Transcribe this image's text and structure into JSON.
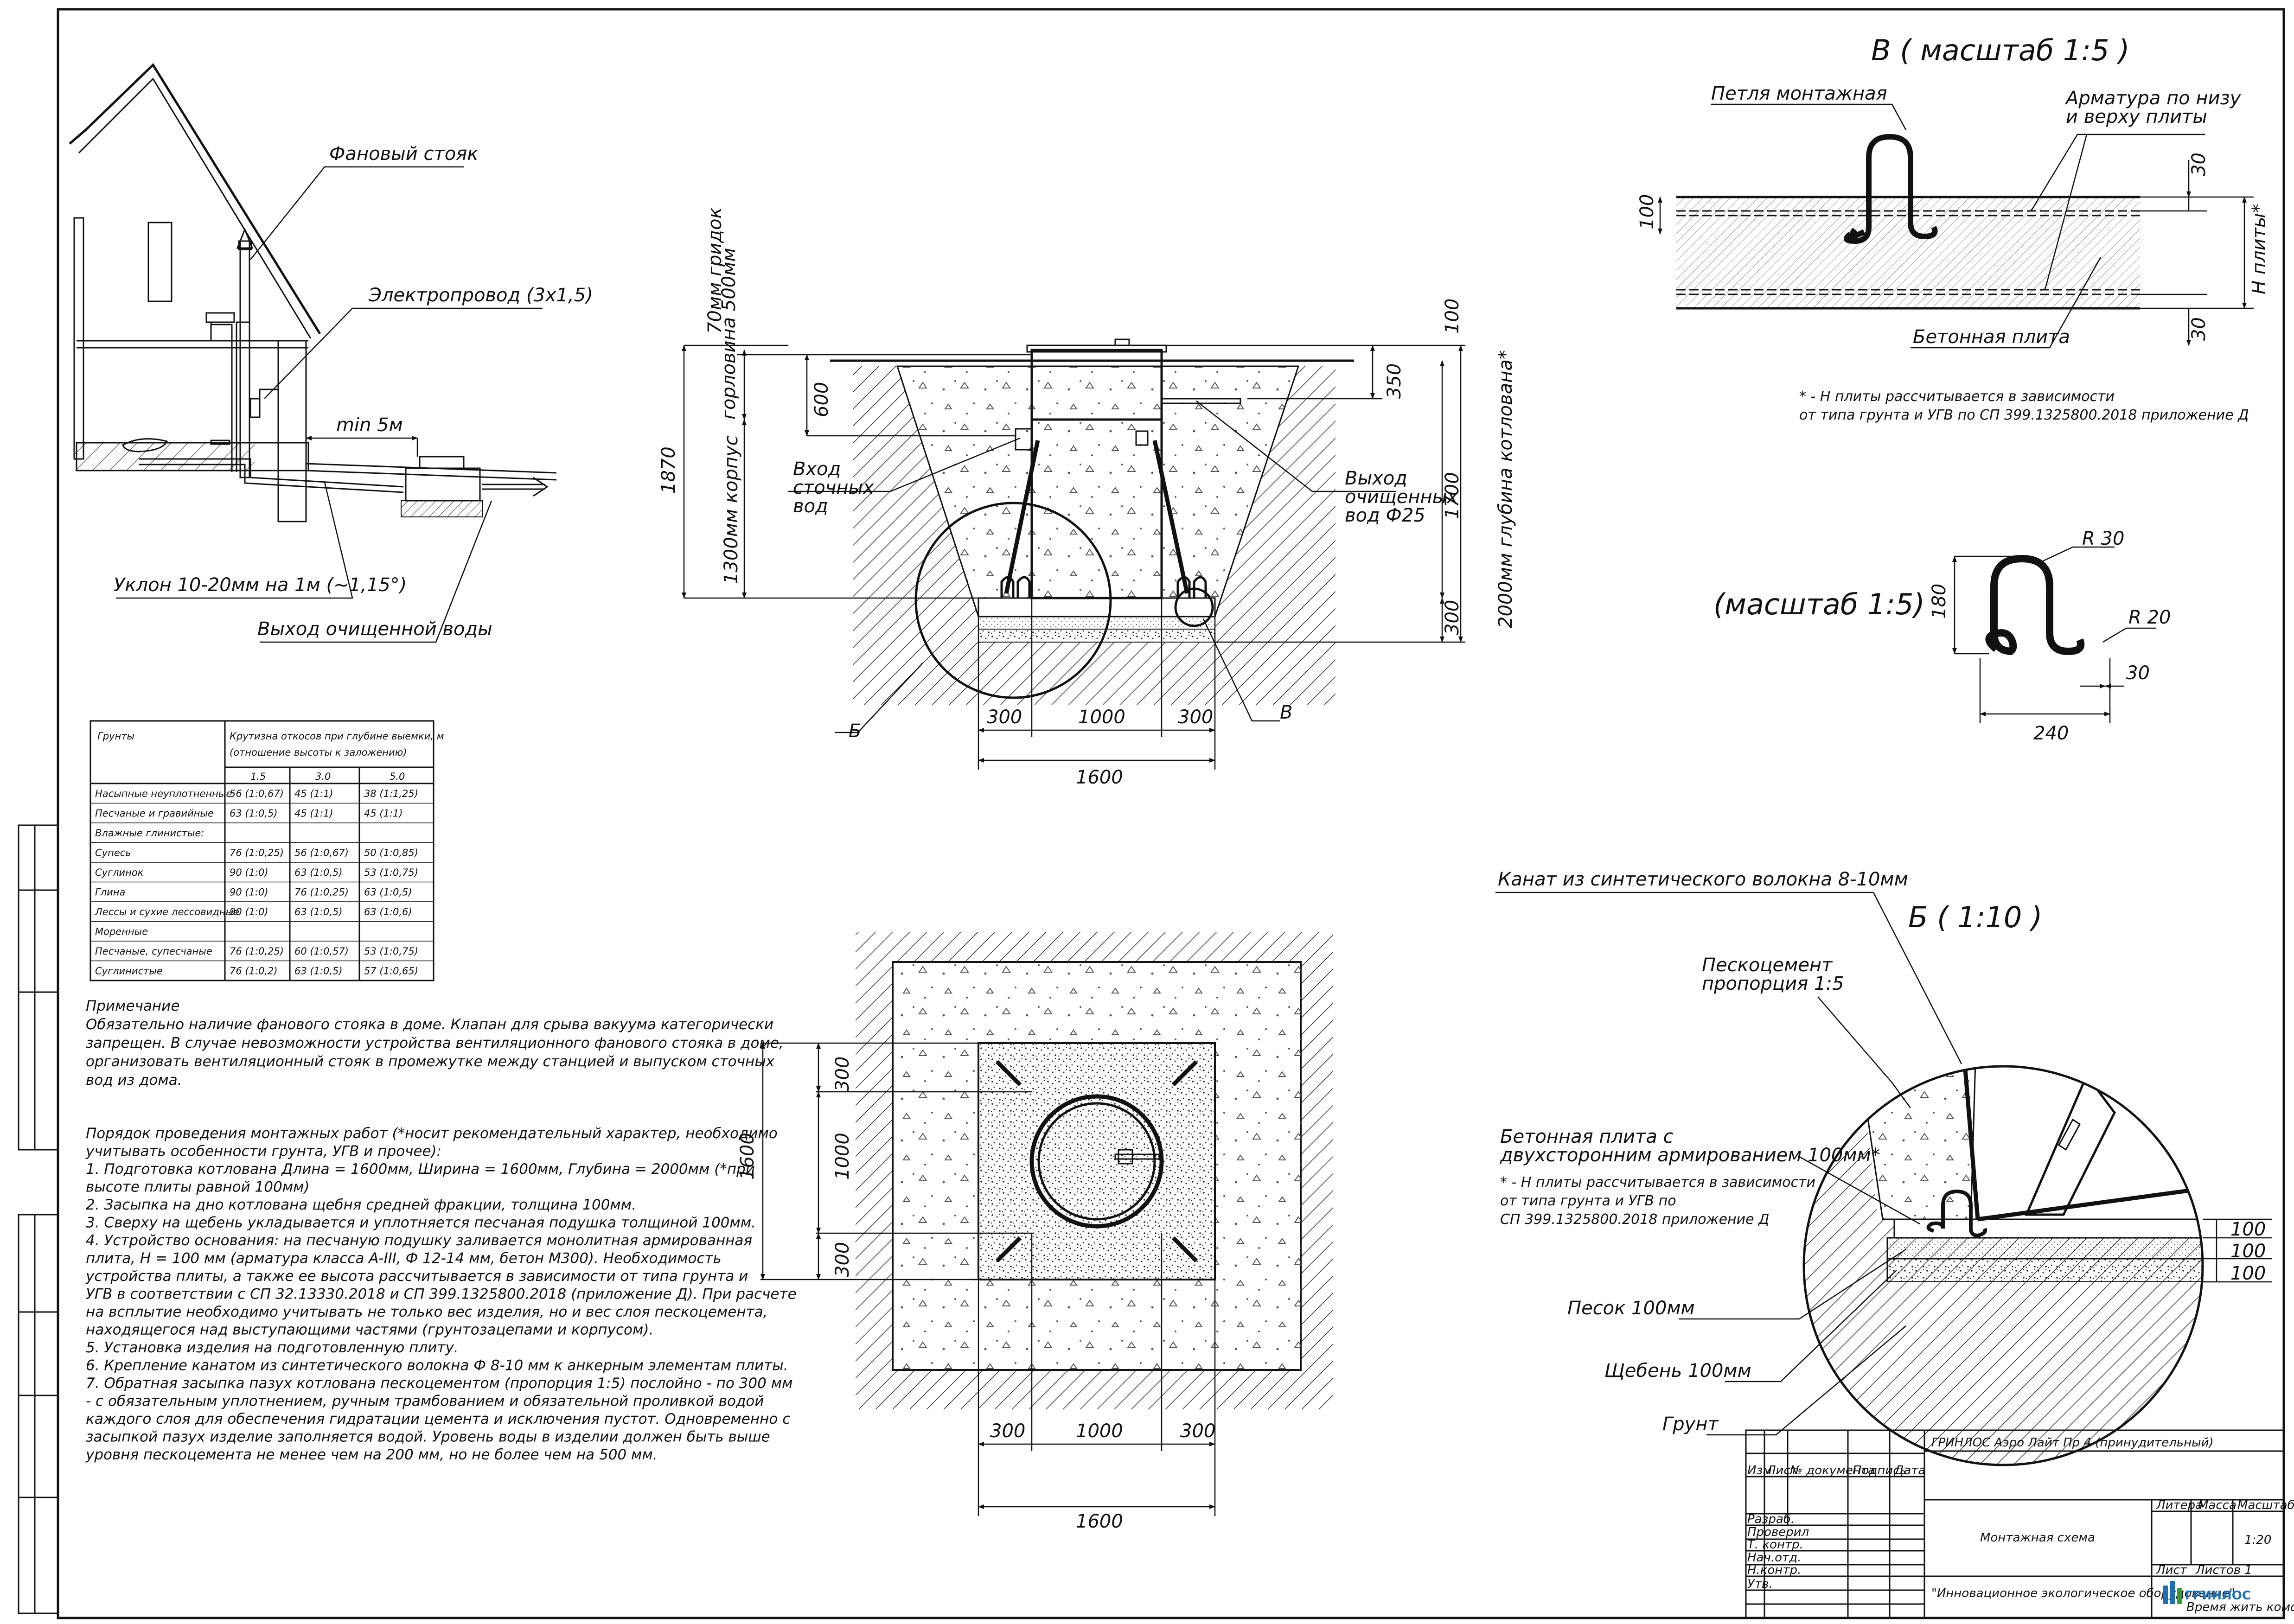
{
  "house": {
    "vent_riser": "Фановый стояк",
    "cable": "Электропровод (3х1,5)",
    "min_distance": "min 5м",
    "slope": "Уклон 10-20мм на 1м (~1,15°)",
    "outlet": "Выход очищенной воды"
  },
  "section": {
    "lid": "70мм гридок",
    "neck": "горловина 500мм",
    "body": "1300мм корпус",
    "depth": "2000мм глубина котлована*",
    "inlet": [
      "Вход",
      "сточных",
      "вод"
    ],
    "outlet": [
      "Выход",
      "очищенных",
      "вод Ф25"
    ],
    "dims": {
      "d1870": "1870",
      "d600": "600",
      "d100": "100",
      "d350": "350",
      "d1700": "1700",
      "d300": "300",
      "w300a": "300",
      "w1000": "1000",
      "w300b": "300",
      "w1600": "1600"
    },
    "callout_b": "Б",
    "callout_v": "В"
  },
  "plan": {
    "dims": {
      "h300a": "300",
      "h1000": "1000",
      "h300b": "300",
      "h1600": "1600",
      "w300a": "300",
      "w1000": "1000",
      "w300b": "300",
      "w1600": "1600"
    }
  },
  "detail_v": {
    "title": "В ( масштаб 1:5 )",
    "loop": "Петля монтажная",
    "rebar": [
      "Арматура по низу",
      "и верху плиты"
    ],
    "slab": "Бетонная плита",
    "dims": {
      "d100": "100",
      "d30a": "30",
      "d30b": "30",
      "h": "Н плиты*"
    },
    "footnote": [
      "* - Н плиты рассчитывается в зависимости",
      "от типа грунта и УГВ по СП 399.1325800.2018 приложение Д"
    ]
  },
  "loop_detail": {
    "title": "(масштаб 1:5)",
    "r30": "R 30",
    "r20": "R 20",
    "d180": "180",
    "d30": "30",
    "d240": "240"
  },
  "detail_b": {
    "title": "Б ( 1:10 )",
    "rope": "Канат из синтетического волокна 8-10мм",
    "sandcement": [
      "Пескоцемент",
      "пропорция 1:5"
    ],
    "slab": [
      "Бетонная плита с",
      "двухсторонним армированием 100мм*"
    ],
    "footnote": [
      "* - Н плиты рассчитывается в зависимости",
      "от типа грунта и УГВ по",
      "СП 399.1325800.2018 приложение Д"
    ],
    "sand": "Песок 100мм",
    "gravel": "Щебень 100мм",
    "ground": "Грунт",
    "dims": [
      "100",
      "100",
      "100"
    ]
  },
  "soil_table": {
    "col_soil": "Грунты",
    "col_slope": [
      "Крутизна откосов при глубине выемки, м",
      "(отношение высоты к заложению)"
    ],
    "depths": [
      "1.5",
      "3.0",
      "5.0"
    ],
    "rows": [
      {
        "name": "Насыпные неуплотненные",
        "v": [
          "56 (1:0,67)",
          "45 (1:1)",
          "38 (1:1,25)"
        ]
      },
      {
        "name": "Песчаные и гравийные",
        "v": [
          "63 (1:0,5)",
          "45 (1:1)",
          "45 (1:1)"
        ]
      },
      {
        "name": "Влажные глинистые:",
        "v": [
          "",
          "",
          ""
        ],
        "group": true
      },
      {
        "name": "Супесь",
        "v": [
          "76 (1:0,25)",
          "56 (1:0,67)",
          "50 (1:0,85)"
        ]
      },
      {
        "name": "Суглинок",
        "v": [
          "90 (1:0)",
          "63 (1:0,5)",
          "53 (1:0,75)"
        ]
      },
      {
        "name": "Глина",
        "v": [
          "90 (1:0)",
          "76 (1:0,25)",
          "63 (1:0,5)"
        ]
      },
      {
        "name": "Лессы и сухие лессовидные",
        "v": [
          "90 (1:0)",
          "63 (1:0,5)",
          "63 (1:0,6)"
        ]
      },
      {
        "name": "Моренные",
        "v": [
          "",
          "",
          ""
        ],
        "group": true
      },
      {
        "name": "Песчаные, супесчаные",
        "v": [
          "76 (1:0,25)",
          "60 (1:0,57)",
          "53 (1:0,75)"
        ]
      },
      {
        "name": "Суглинистые",
        "v": [
          "76 (1:0,2)",
          "63 (1:0,5)",
          "57 (1:0,65)"
        ]
      }
    ]
  },
  "notes": {
    "title": "Примечание",
    "lines": [
      "Обязательно наличие фанового стояка в доме. Клапан для срыва вакуума категорически",
      "запрещен. В случае невозможности устройства вентиляционного фанового стояка в доме,",
      "организовать вентиляционный стояк в промежутке между станцией и выпуском сточных",
      "вод из дома."
    ]
  },
  "procedure": {
    "lines": [
      "Порядок проведения монтажных работ (*носит рекомендательный характер, необходимо",
      "учитывать особенности грунта, УГВ и прочее):",
      "1. Подготовка котлована Длина = 1600мм, Ширина = 1600мм, Глубина = 2000мм (*при",
      "высоте плиты равной 100мм)",
      "2. Засыпка на дно котлована щебня средней фракции, толщина 100мм.",
      "3. Сверху на щебень укладывается и уплотняется песчаная подушка толщиной 100мм.",
      "4. Устройство основания: на песчаную подушку заливается монолитная армированная",
      "плита, Н = 100 мм (арматура класса А-III, Ф 12-14 мм, бетон М300). Необходимость",
      "устройства плиты, а также ее высота рассчитывается в зависимости от типа грунта и",
      "УГВ в соответствии с СП 32.13330.2018 и СП 399.1325800.2018 (приложение Д). При расчете",
      "на всплытие  необходимо учитывать не только вес изделия, но и вес слоя пескоцемента,",
      "находящегося над выступающими частями (грунтозацепами и корпусом).",
      "5. Установка изделия на подготовленную плиту.",
      "6. Крепление канатом из синтетического волокна Ф 8-10 мм к анкерным элементам плиты.",
      "7. Обратная засыпка пазух котлована пескоцементом (пропорция 1:5) послойно - по 300 мм",
      "- с обязательным уплотнением, ручным трамбованием и обязательной проливкой водой",
      "каждого слоя для обеспечения гидратации цемента и исключения пустот. Одновременно с",
      "засыпкой пазух изделие заполняется водой. Уровень воды в изделии должен быть выше",
      "уровня пескоцемента не менее чем на 200 мм, но не более чем на 500 мм."
    ]
  },
  "title_block": {
    "product": "ГРИНЛОС Аэро Лайт Пр 4 (принудительный)",
    "drawing": "Монтажная схема",
    "org": "\"Инновационное экологическое оборудование\"",
    "litera": "Литера",
    "massa": "Масса",
    "scale_label": "Масштаб",
    "scale": "1:20",
    "sheet": "Лист",
    "sheets": "Листов  1",
    "brand": "ГРИНЛОС",
    "slogan": "Время жить комфортно!",
    "cols": [
      "Изм.",
      "Лист",
      "№ документа",
      "Подпись",
      "Дата"
    ],
    "roles": [
      "Разраб.",
      "Проверил",
      "Т. контр.",
      "Нач.отд.",
      "Н.контр.",
      "Утв."
    ]
  },
  "colors": {
    "ink": "#111111",
    "brand": "#1f6fb3",
    "brand_green": "#3a9a3a"
  }
}
